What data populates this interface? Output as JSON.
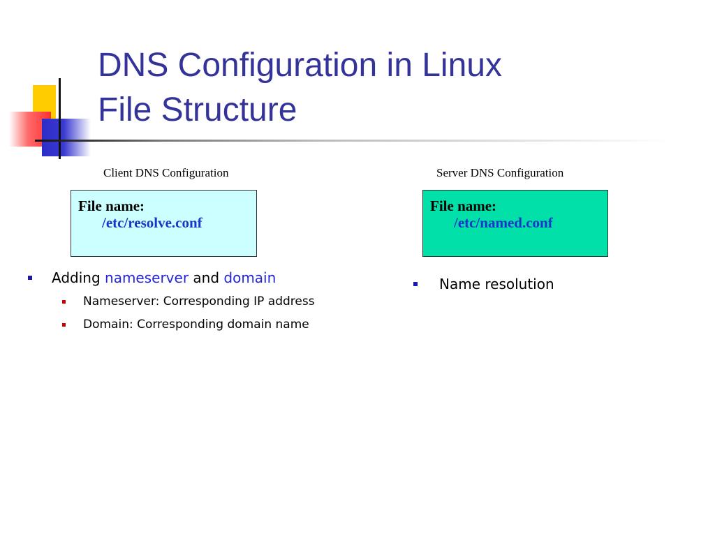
{
  "slide": {
    "title_line1": "DNS Configuration in Linux",
    "title_line2": "File Structure"
  },
  "client": {
    "caption": "Client DNS Configuration",
    "file_label": "File name:",
    "file_path": "/etc/resolve.conf",
    "box_color": "#ccffff",
    "bullet": {
      "prefix": "Adding ",
      "term1": "nameserver",
      "middle": " and ",
      "term2": "domain"
    },
    "sub_bullets": [
      "Nameserver: Corresponding IP address",
      "Domain: Corresponding domain name"
    ]
  },
  "server": {
    "caption": "Server DNS Configuration",
    "file_label": "File name:",
    "file_path": "/etc/named.conf",
    "box_color": "#00e0a8",
    "bullet": "Name resolution"
  },
  "colors": {
    "title": "#333399",
    "highlight": "#2525d6",
    "path": "#1a36c8",
    "bullet_level1": "#1a1aa8",
    "bullet_level2": "#cc0000"
  }
}
